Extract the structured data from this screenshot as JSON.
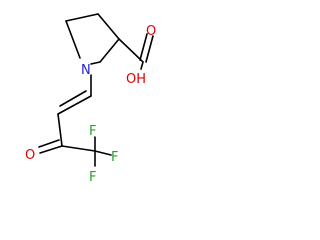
{
  "molecule": {
    "atoms": {
      "nitrogen": "N",
      "oxygen_carbonyl_ketone": "O",
      "oxygen_carbonyl_acid": "O",
      "hydroxyl": "OH",
      "fluorine_top": "F",
      "fluorine_right": "F",
      "fluorine_bottom": "F"
    },
    "colors": {
      "nitrogen": "#1f1fd6",
      "oxygen": "#e00000",
      "fluorine": "#2c9e2c",
      "bond": "#000000",
      "background": "#ffffff"
    }
  }
}
